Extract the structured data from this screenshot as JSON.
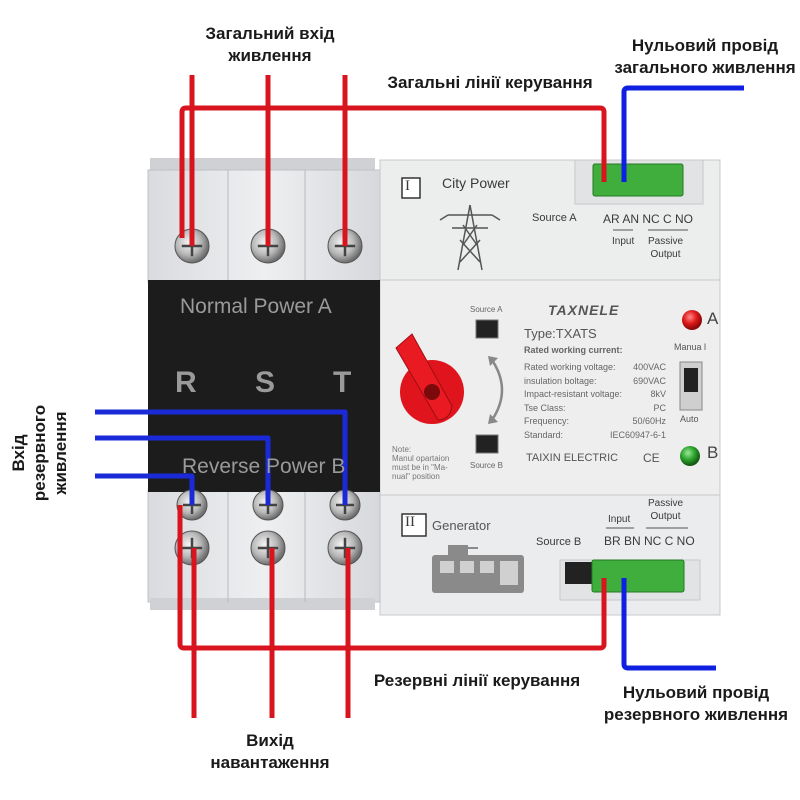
{
  "annotations": {
    "normal_input": [
      "Загальний вхід",
      "живлення"
    ],
    "normal_control": "Загальні лінії керування",
    "normal_neutral": [
      "Нульовий провід",
      "загального живлення"
    ],
    "reserve_input": [
      "Вхід",
      "резервного",
      "живлення"
    ],
    "reserve_control": "Резервні лінії керування",
    "reserve_neutral": [
      "Нульовий провід",
      "резервного живлення"
    ],
    "output": [
      "Вихід",
      "навантаження"
    ]
  },
  "device": {
    "top_module": {
      "roman": "I",
      "title": "City  Power",
      "source": "Source A",
      "terminals": "AR AN NC C NO",
      "input_label": "Input",
      "passive_label": [
        "Passive",
        "Output"
      ]
    },
    "bottom_module": {
      "roman": "II",
      "title": "Generator",
      "source": "Source B",
      "input_label": "Input",
      "passive_label": [
        "Passive",
        "Output"
      ],
      "terminals": "BR BN NC C NO"
    },
    "black_panel": {
      "normal": "Normal  Power  A",
      "phases": [
        "R",
        "S",
        "T"
      ],
      "reverse": "Reverse  Power  B"
    },
    "front": {
      "source_a": "Source A",
      "source_b": "Source B",
      "note": [
        "Note:",
        "Manul opartaion",
        "must be in \"Ma-",
        "nual\" position"
      ],
      "brand": "TAXNELE",
      "type": "Type:TXATS",
      "rated_current": "Rated working current:",
      "specs": [
        {
          "k": "Rated working voltage:",
          "v": "400VAC"
        },
        {
          "k": "insulation boltage:",
          "v": "690VAC"
        },
        {
          "k": "Impact-resistant voltage:",
          "v": "8kV"
        },
        {
          "k": "Tse  Class:",
          "v": "PC"
        },
        {
          "k": "Frequency:",
          "v": "50/60Hz"
        },
        {
          "k": "Standard:",
          "v": "IEC60947-6-1"
        }
      ],
      "maker": "TAIXIN ELECTRIC",
      "ce": "CE",
      "led_a": "A",
      "led_b": "B",
      "manual": "Manua l",
      "auto": "Auto"
    }
  },
  "colors": {
    "phase_wire": "#d8141f",
    "neutral_wire": "#1020e0",
    "reserve_input_wire": "#1a2ad8",
    "panel": "#1c1c1c",
    "terminal_green": "#3fae3c",
    "led_red": "#e01a1a",
    "led_green": "#2ea52e",
    "knob_red": "#e0141c"
  }
}
